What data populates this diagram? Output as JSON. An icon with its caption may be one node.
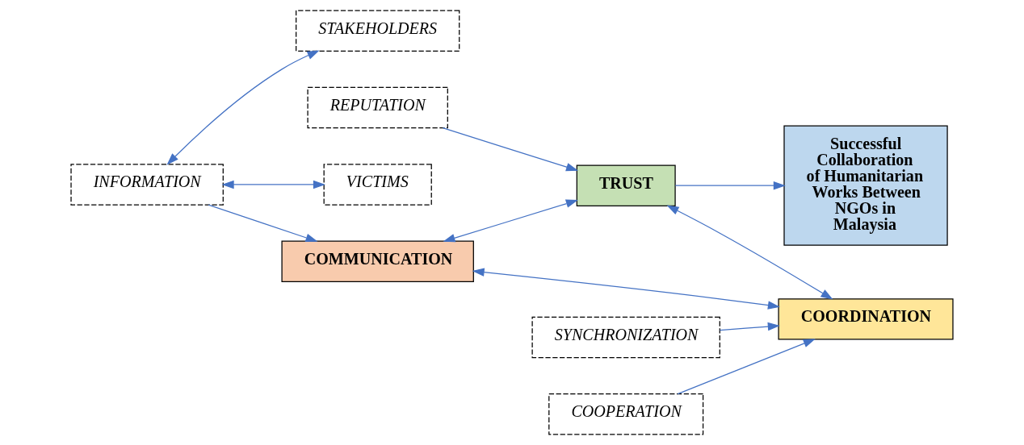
{
  "diagram": {
    "nodes": [
      {
        "text": [
          "INFORMATION"
        ]
      },
      {
        "text": [
          "COMMUNICATION"
        ]
      },
      {
        "text": [
          "REPUTATION"
        ]
      },
      {
        "text": [
          "TRUST"
        ]
      },
      {
        "text": [
          "Successful Collaboration of Humanitarian Works Between NGOs in Malaysia"
        ]
      },
      {
        "text": [
          "VICTIMS"
        ]
      },
      {
        "text": [
          "STAKEHOLDERS"
        ]
      },
      {
        "text": [
          "COORDINATION"
        ]
      },
      {
        "text": [
          "COOPERATION"
        ]
      },
      {
        "text": [
          "SYNCHRONIZATION"
        ]
      }
    ],
    "edges": [
      {
        "from": 0,
        "to": 1,
        "arrow": "to"
      },
      {
        "from": 1,
        "to": 3,
        "arrow": "both"
      },
      {
        "from": 2,
        "to": 3,
        "arrow": "to"
      },
      {
        "from": 3,
        "to": 4,
        "arrow": "to"
      },
      {
        "from": 0,
        "to": 5,
        "arrow": "both"
      },
      {
        "from": 0,
        "to": 6,
        "arrow": "both"
      },
      {
        "from": 1,
        "to": 7,
        "arrow": "both"
      },
      {
        "from": 3,
        "to": 7,
        "arrow": "both"
      },
      {
        "from": 8,
        "to": 7,
        "arrow": "to"
      },
      {
        "from": 9,
        "to": 7,
        "arrow": "to"
      }
    ]
  }
}
